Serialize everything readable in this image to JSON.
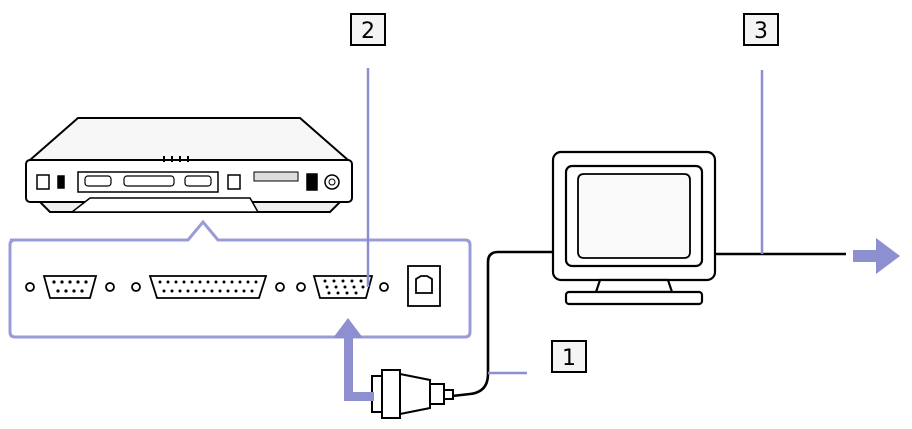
{
  "callouts": [
    {
      "id": "1",
      "label": "1"
    },
    {
      "id": "2",
      "label": "2"
    },
    {
      "id": "3",
      "label": "3"
    }
  ],
  "colors": {
    "outline": "#000000",
    "leader": "#8d8fd0",
    "arrow": "#8d8fd0",
    "panel_border": "#9a9cd8",
    "fill_light": "#f4f4f4"
  },
  "icons": [
    "laptop-rear-icon",
    "serial-port-icon",
    "parallel-port-icon",
    "vga-port-icon",
    "phone-jack-icon",
    "monitor-icon",
    "vga-connector-icon",
    "arrow-right-icon",
    "arrow-up-icon"
  ]
}
